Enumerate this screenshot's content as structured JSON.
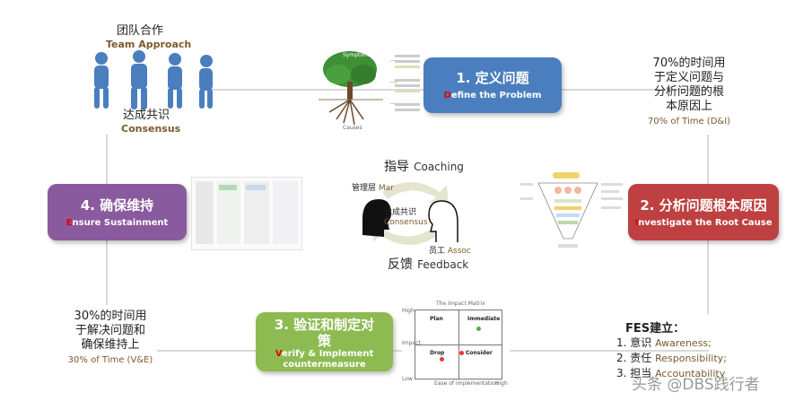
{
  "team": {
    "cn": "团队合作",
    "en": "Team Approach"
  },
  "consensus": {
    "cn": "达成共识",
    "en": "Consensus"
  },
  "stage1": {
    "title": "1. 定义问题",
    "first": "D",
    "rest": "efine the Problem"
  },
  "stage2": {
    "title": "2. 分析问题根本原因",
    "first": "I",
    "rest": "nvestigate the Root Cause"
  },
  "stage3": {
    "title_line1": "3. 验证和制定对",
    "title_line2": "策",
    "first": "V",
    "rest_line1": "erify & Implement",
    "line2": "countermeasure"
  },
  "stage4": {
    "title": "4. 确保维持",
    "first": "E",
    "rest": "nsure Sustainment"
  },
  "right_top": {
    "lines": [
      "70%的时间用",
      "于定义问题与",
      "分析问题的根",
      "本原因上"
    ],
    "en": "70% of Time (D&I)"
  },
  "left_bottom": {
    "lines": [
      "30%的时间用",
      "于解决问题和",
      "确保维持上"
    ],
    "en": "30% of Time (V&E)"
  },
  "coaching": {
    "cn": "指导",
    "en": "Coaching"
  },
  "feedback": {
    "cn": "反馈",
    "en": "Feedback"
  },
  "manager": {
    "cn": "管理层",
    "en": "Mar"
  },
  "center_consensus": {
    "cn": "达成共识",
    "en": "Consensus"
  },
  "associate": {
    "cn": "员工",
    "en": "Assoc"
  },
  "fes": {
    "title": "FES建立：",
    "items": [
      {
        "cn": "1. 意识",
        "en": "Awareness;"
      },
      {
        "cn": "2. 责任",
        "en": "Responsibility;"
      },
      {
        "cn": "3. 担当",
        "en": "Accountability"
      }
    ]
  },
  "tree": {
    "top": "Symptoms",
    "bottom": "Causes"
  },
  "matrix": {
    "title": "The Impact Matrix",
    "cells": [
      "Plan",
      "Immediate",
      "Drop",
      "Consider"
    ],
    "y_high": "High",
    "y_low": "Low",
    "y_label": "Impact",
    "x_label": "Ease of implementation",
    "x_high": "High"
  },
  "watermark": "头条 @DBS践行者",
  "colors": {
    "stage1": "#4a7ebf",
    "stage2": "#bf4040",
    "stage3": "#8dbb52",
    "stage4": "#8a5a9e",
    "accent_red": "#e60000"
  }
}
